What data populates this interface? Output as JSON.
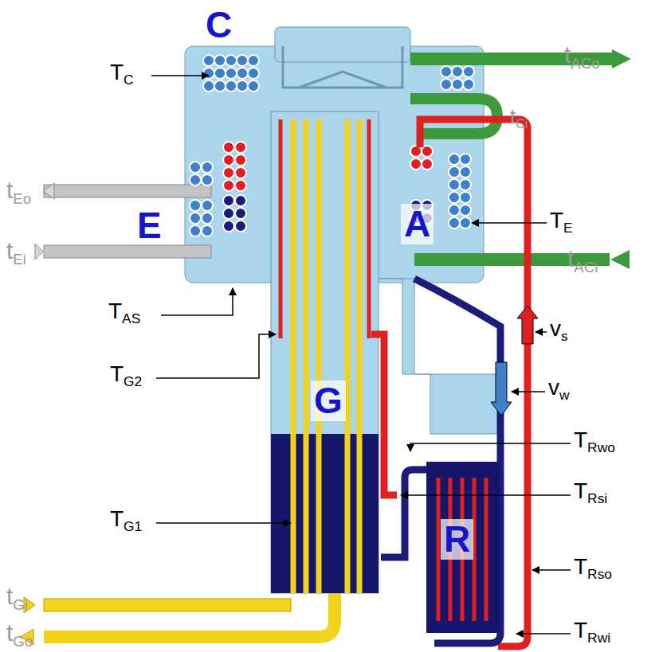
{
  "diagram": {
    "labels": [
      "C",
      "TC",
      "tACo",
      "tCi",
      "tEo",
      "E",
      "tEi",
      "A",
      "TE",
      "tACi",
      "TAS",
      "TG2",
      "vs",
      "G",
      "vw",
      "TRwo",
      "TRsi",
      "R",
      "TG1",
      "TRso",
      "tGi",
      "TRwi",
      "tGo"
    ]
  }
}
